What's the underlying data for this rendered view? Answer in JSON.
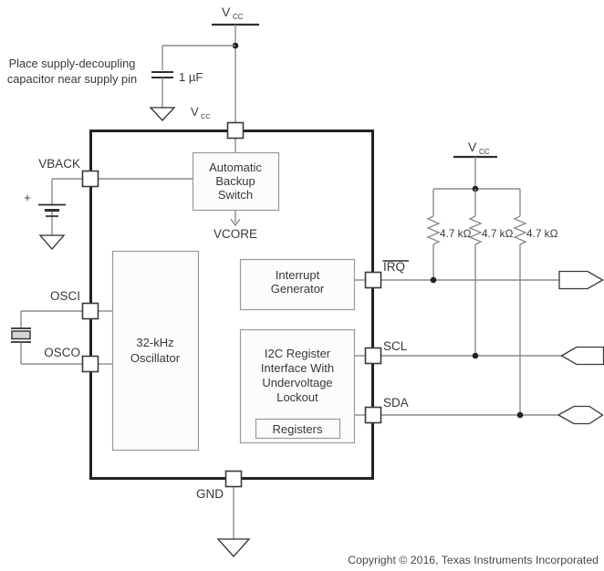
{
  "figure": {
    "kind": "application-schematic"
  },
  "note": {
    "line1": "Place supply-decoupling",
    "line2": "capacitor near supply pin"
  },
  "capacitor": {
    "value": "1 µF"
  },
  "supply": {
    "v": "V",
    "cc": "CC"
  },
  "battery": {
    "plus": "+"
  },
  "chip": {
    "pins": {
      "vback": "VBACK",
      "osci": "OSCI",
      "osco": "OSCO",
      "gnd": "GND",
      "irq": "IRQ",
      "scl": "SCL",
      "sda": "SDA"
    },
    "blocks": {
      "backup_switch": {
        "line1": "Automatic",
        "line2": "Backup",
        "line3": "Switch"
      },
      "vcore": "VCORE",
      "oscillator": {
        "line1": "32-kHz",
        "line2": "Oscillator"
      },
      "interrupt": {
        "line1": "Interrupt",
        "line2": "Generator"
      },
      "i2c": {
        "line1": "I2C Register",
        "line2": "Interface With",
        "line3": "Undervoltage",
        "line4": "Lockout",
        "registers": "Registers"
      }
    }
  },
  "pullups": {
    "values": [
      "4.7 kΩ",
      "4.7 kΩ",
      "4.7 kΩ"
    ]
  },
  "footer": {
    "copyright": "Copyright © 2016, Texas Instruments Incorporated"
  },
  "colors": {
    "wire_gray": "#8a8c8e",
    "line_dark": "#2e2e31",
    "block_border": "#97999c",
    "crystal_fill": "#d1d3d4"
  }
}
